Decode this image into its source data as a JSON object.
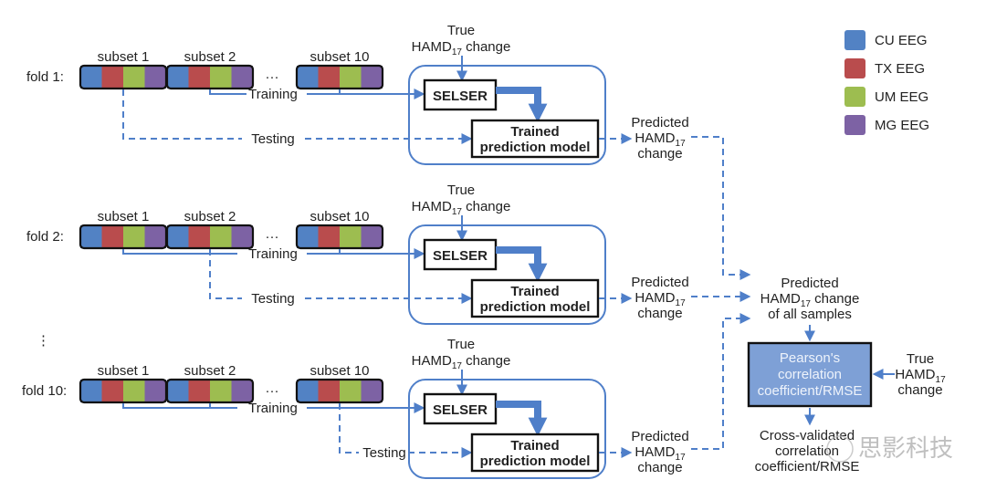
{
  "legend": {
    "items": [
      {
        "label": "CU EEG",
        "color": "#5282c4"
      },
      {
        "label": "TX EEG",
        "color": "#b94c4d"
      },
      {
        "label": "UM EEG",
        "color": "#9dbd50"
      },
      {
        "label": "MG EEG",
        "color": "#7d62a4"
      }
    ]
  },
  "subset_labels": [
    "subset 1",
    "subset 2",
    "subset 10"
  ],
  "ellipsis": "···",
  "vertical_ellipsis": "⋮",
  "folds": [
    {
      "label": "fold 1:",
      "training": "Training",
      "testing": "Testing",
      "test_subset_index": 0
    },
    {
      "label": "fold 2:",
      "training": "Training",
      "testing": "Testing",
      "test_subset_index": 1
    },
    {
      "label": "fold 10:",
      "training": "Training",
      "testing": "Testing",
      "test_subset_index": 2
    }
  ],
  "model_block": {
    "true_label_line1": "True",
    "true_label_line2": "HAMD",
    "true_label_sub": "17",
    "true_label_tail": " change",
    "selser": "SELSER",
    "trained_line1": "Trained",
    "trained_line2": "prediction model",
    "pred_line1": "Predicted",
    "pred_line2": "HAMD",
    "pred_sub": "17",
    "pred_line3": "change"
  },
  "aggregate": {
    "line1": "Predicted",
    "line2": "HAMD",
    "sub": "17",
    "line2_tail": " change",
    "line3": "of all samples"
  },
  "metric_box": {
    "line1": "Pearson's",
    "line2": "correlation",
    "line3": "coefficient/RMSE",
    "fill": "#7ea0d6"
  },
  "true_right": {
    "line1": "True",
    "line2": "HAMD",
    "sub": "17",
    "line3": "change"
  },
  "result": {
    "line1": "Cross-validated",
    "line2": "correlation",
    "line3": "coefficient/RMSE"
  },
  "watermark": "思影科技",
  "colors": {
    "accent": "#4f7fc9"
  }
}
